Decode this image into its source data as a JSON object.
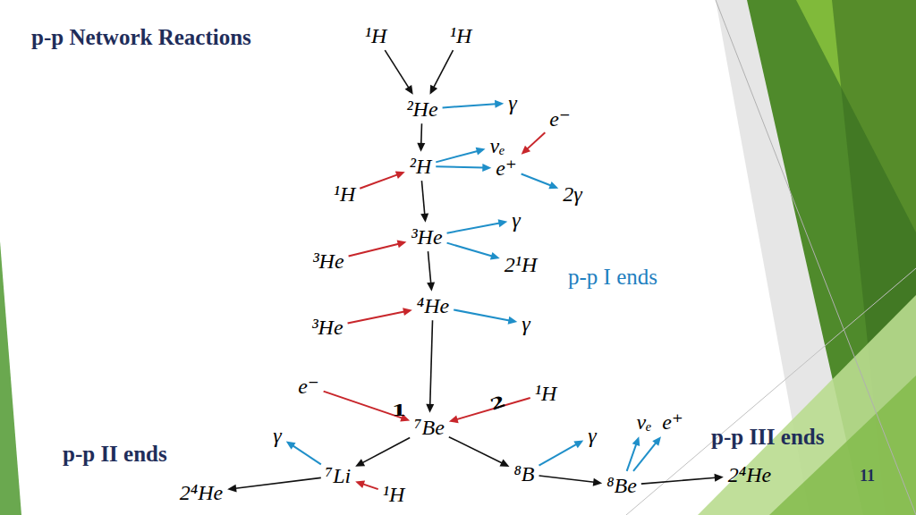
{
  "diagram": {
    "title": "p-p Network Reactions",
    "nodes": [
      {
        "text": [
          "¹H"
        ]
      },
      {
        "text": [
          "¹H"
        ]
      },
      {
        "text": [
          "²He"
        ]
      },
      {
        "text": [
          "γ"
        ]
      },
      {
        "text": [
          "e⁻"
        ]
      },
      {
        "text": [
          "νₑ"
        ]
      },
      {
        "text": [
          "²H"
        ]
      },
      {
        "text": [
          "e⁺"
        ]
      },
      {
        "text": [
          "¹H"
        ]
      },
      {
        "text": [
          "2γ"
        ]
      },
      {
        "text": [
          "γ"
        ]
      },
      {
        "text": [
          "³He"
        ]
      },
      {
        "text": [
          "³He"
        ]
      },
      {
        "text": [
          "2¹H"
        ]
      },
      {
        "text": [
          "⁴He"
        ]
      },
      {
        "text": [
          "γ"
        ]
      },
      {
        "text": [
          "³He"
        ]
      },
      {
        "text": [
          "e⁻"
        ]
      },
      {
        "text": [
          "¹H"
        ]
      },
      {
        "text": [
          "νₑ"
        ]
      },
      {
        "text": [
          "e⁺"
        ]
      },
      {
        "text": [
          "⁷Be"
        ]
      },
      {
        "text": [
          "γ"
        ]
      },
      {
        "text": [
          "γ"
        ]
      },
      {
        "text": [
          "⁸B"
        ]
      },
      {
        "text": [
          "⁷Li"
        ]
      },
      {
        "text": [
          "2⁴He"
        ]
      },
      {
        "text": [
          "⁸Be"
        ]
      },
      {
        "text": [
          "2⁴He"
        ]
      },
      {
        "text": [
          "¹H"
        ]
      }
    ],
    "edges": [
      {
        "from": 0,
        "to": 2,
        "arrow": "to"
      },
      {
        "from": 1,
        "to": 2,
        "arrow": "to"
      },
      {
        "from": 2,
        "to": 6,
        "arrow": "to"
      },
      {
        "from": 6,
        "to": 11,
        "arrow": "to"
      },
      {
        "from": 11,
        "to": 14,
        "arrow": "to"
      },
      {
        "from": 14,
        "to": 21,
        "arrow": "to"
      },
      {
        "from": 21,
        "to": 25,
        "arrow": "to"
      },
      {
        "from": 21,
        "to": 24,
        "arrow": "to"
      },
      {
        "from": 25,
        "to": 28,
        "arrow": "to"
      },
      {
        "from": 24,
        "to": 27,
        "arrow": "to"
      },
      {
        "from": 27,
        "to": 26,
        "arrow": "to"
      },
      {
        "from": 2,
        "to": 3,
        "arrow": "to"
      },
      {
        "from": 6,
        "to": 5,
        "arrow": "to"
      },
      {
        "from": 6,
        "to": 7,
        "arrow": "to"
      },
      {
        "from": 7,
        "to": 9,
        "arrow": "to"
      },
      {
        "from": 11,
        "to": 10,
        "arrow": "to"
      },
      {
        "from": 11,
        "to": 13,
        "arrow": "to"
      },
      {
        "from": 14,
        "to": 15,
        "arrow": "to"
      },
      {
        "from": 24,
        "to": 23,
        "arrow": "to"
      },
      {
        "from": 27,
        "to": 19,
        "arrow": "to"
      },
      {
        "from": 27,
        "to": 20,
        "arrow": "to"
      },
      {
        "from": 25,
        "to": 22,
        "arrow": "to"
      },
      {
        "from": 4,
        "to": 7,
        "arrow": "to"
      },
      {
        "from": 8,
        "to": 6,
        "arrow": "to"
      },
      {
        "from": 12,
        "to": 11,
        "arrow": "to"
      },
      {
        "from": 16,
        "to": 14,
        "arrow": "to"
      },
      {
        "from": 17,
        "to": 21,
        "label": "1",
        "arrow": "to"
      },
      {
        "from": 18,
        "to": 21,
        "label": "2",
        "arrow": "to"
      },
      {
        "from": 29,
        "to": 25,
        "arrow": "to"
      }
    ],
    "labels": [
      "p-p I ends",
      "p-p II ends",
      "p-p III ends",
      "11"
    ]
  }
}
